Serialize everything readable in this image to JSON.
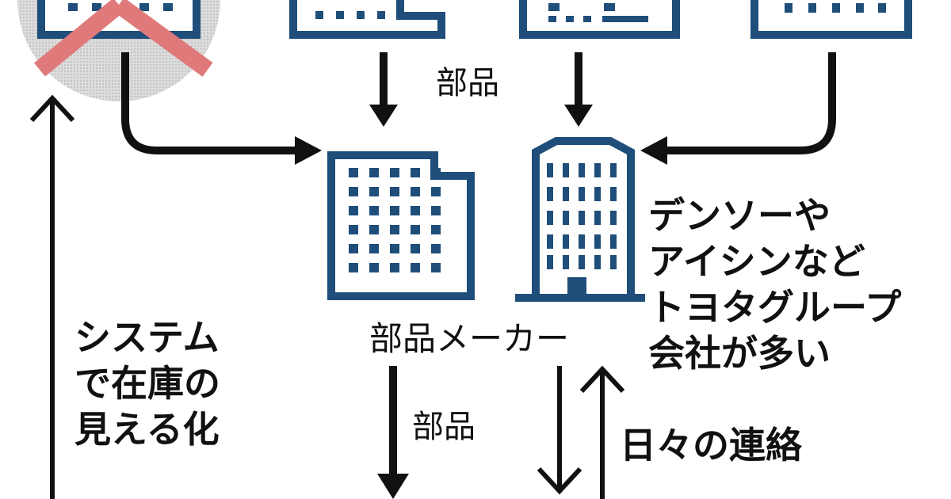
{
  "labels": {
    "parts_top": "部品",
    "parts_maker": "部品メーカー",
    "group_note": [
      "デンソーや",
      "アイシンなど",
      "トヨタグループ",
      "会社が多い"
    ],
    "system_note": [
      "システム",
      "で在庫の",
      "見える化"
    ],
    "parts_bottom": "部品",
    "daily_contact": "日々の連絡"
  },
  "colors": {
    "building_blue": "#1f4e7a",
    "arrow": "#111111",
    "cross": "#e07a7a",
    "circle_gray": "#d4d4d4",
    "background": "#ffffff"
  }
}
